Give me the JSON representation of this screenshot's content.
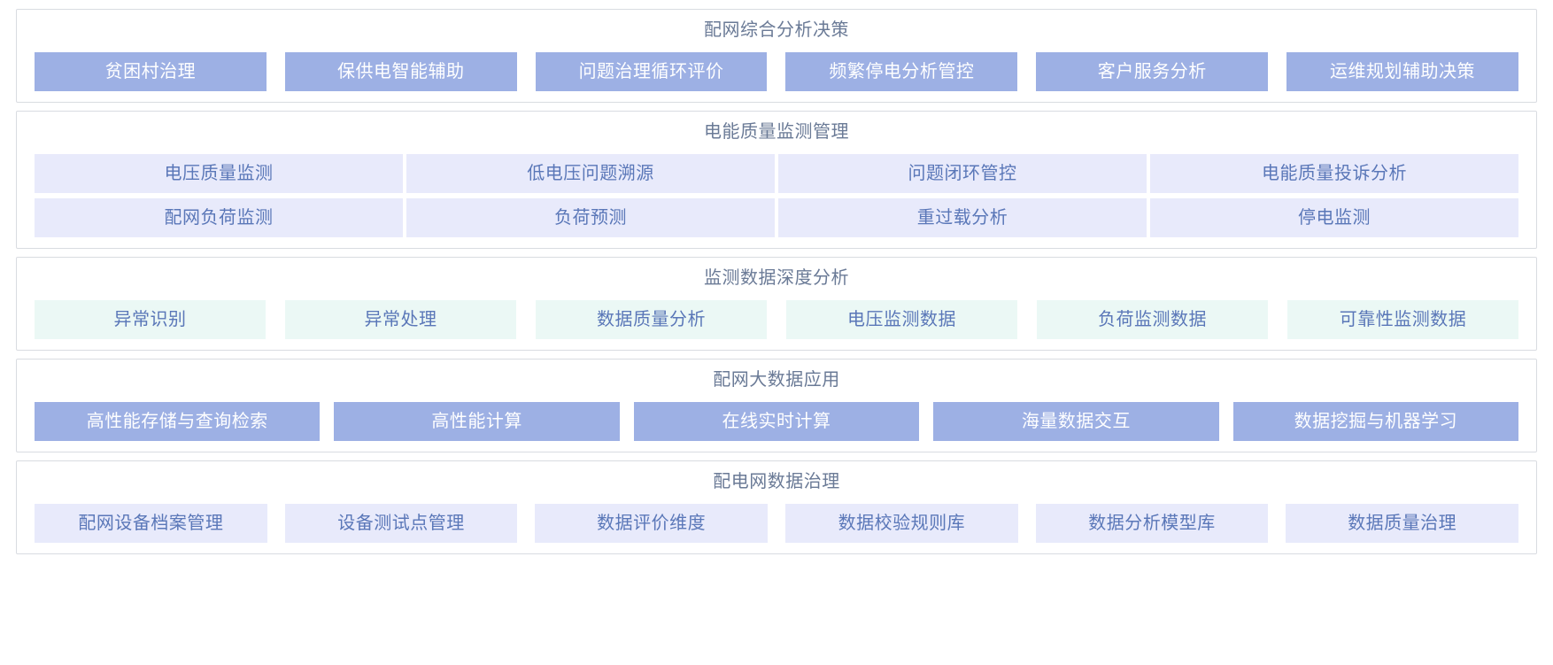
{
  "sections": [
    {
      "id": "peiwang-zonghe-fenxi-juece",
      "title": "配网综合分析决策",
      "style": "solid",
      "rows": [
        [
          {
            "label": "贫困村治理"
          },
          {
            "label": "保供电智能辅助"
          },
          {
            "label": "问题治理循环评价"
          },
          {
            "label": "频繁停电分析管控"
          },
          {
            "label": "客户服务分析"
          },
          {
            "label": "运维规划辅助决策"
          }
        ]
      ]
    },
    {
      "id": "diangneng-zhiliang-jiance-guanli",
      "title": "电能质量监测管理",
      "style": "lavender",
      "rows": [
        [
          {
            "label": "电压质量监测"
          },
          {
            "label": "低电压问题溯源"
          },
          {
            "label": "问题闭环管控"
          },
          {
            "label": "电能质量投诉分析"
          }
        ],
        [
          {
            "label": "配网负荷监测"
          },
          {
            "label": "负荷预测"
          },
          {
            "label": "重过载分析"
          },
          {
            "label": "停电监测"
          }
        ]
      ]
    },
    {
      "id": "jiance-shuju-shendu-fenxi",
      "title": "监测数据深度分析",
      "style": "mint",
      "rows": [
        [
          {
            "label": "异常识别"
          },
          {
            "label": "异常处理"
          },
          {
            "label": "数据质量分析"
          },
          {
            "label": "电压监测数据"
          },
          {
            "label": "负荷监测数据"
          },
          {
            "label": "可靠性监测数据"
          }
        ]
      ]
    },
    {
      "id": "peiwang-dashuju-yingyong",
      "title": "配网大数据应用",
      "style": "solid",
      "rows": [
        [
          {
            "label": "高性能存储与查询检索"
          },
          {
            "label": "高性能计算"
          },
          {
            "label": "在线实时计算"
          },
          {
            "label": "海量数据交互"
          },
          {
            "label": "数据挖掘与机器学习"
          }
        ]
      ]
    },
    {
      "id": "peidianwang-shuju-zhili",
      "title": "配电网数据治理",
      "style": "lavender",
      "rows": [
        [
          {
            "label": "配网设备档案管理"
          },
          {
            "label": "设备测试点管理"
          },
          {
            "label": "数据评价维度"
          },
          {
            "label": "数据校验规则库"
          },
          {
            "label": "数据分析模型库"
          },
          {
            "label": "数据质量治理"
          }
        ]
      ]
    }
  ],
  "colors": {
    "solid_bg": "#9db0e4",
    "solid_text": "#ffffff",
    "lavender_bg": "#e8eafb",
    "mint_bg": "#ebf8f5",
    "chip_text": "#5a77b8",
    "title_text": "#6a7a96",
    "section_border": "#d9dce1",
    "page_bg": "#ffffff"
  }
}
